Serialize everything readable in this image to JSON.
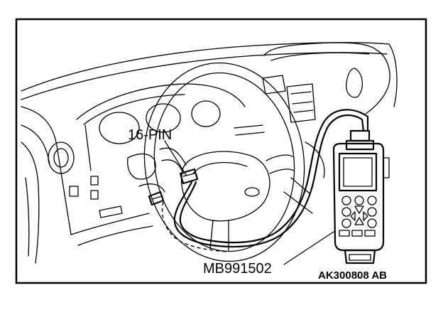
{
  "labels": {
    "connector": "16-PIN",
    "tool": "MB991502",
    "figure_id": "AK300808 AB"
  },
  "colors": {
    "ink": "#000000",
    "paper": "#ffffff"
  }
}
